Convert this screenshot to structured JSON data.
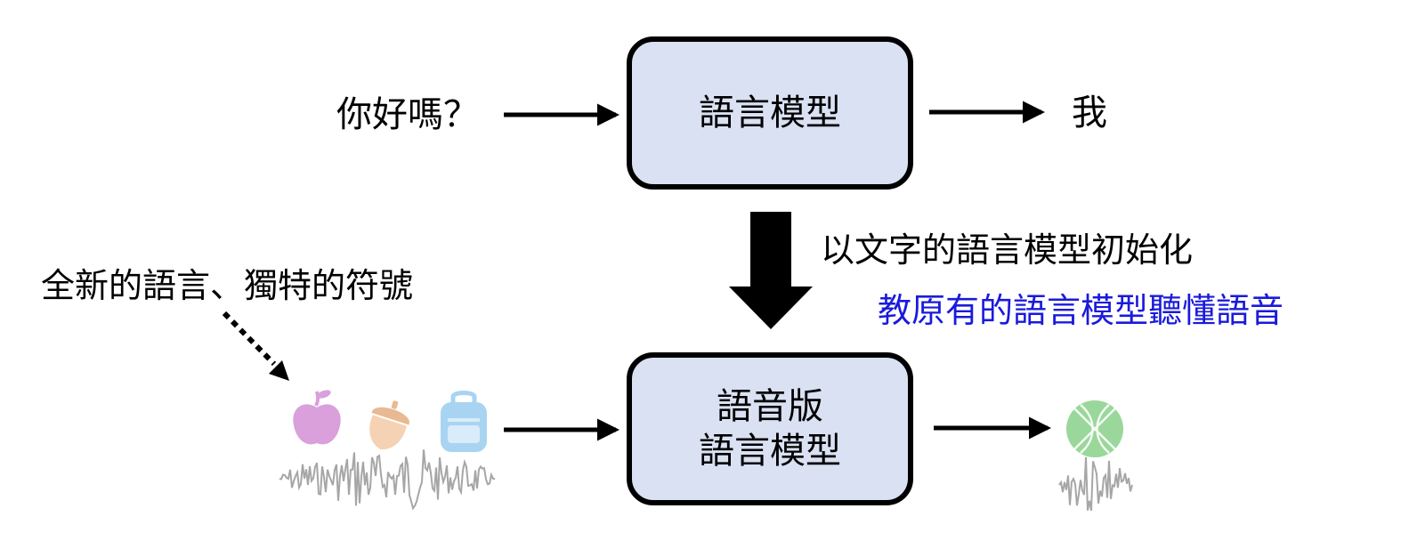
{
  "top_row": {
    "input_text": "你好嗎？",
    "model_label": "語言模型",
    "output_text": "我"
  },
  "transition": {
    "init_text": "以文字的語言模型初始化",
    "goal_text": "教原有的語言模型聽懂語音",
    "goal_color": "#1a1adc"
  },
  "new_symbols_text": "全新的語言、獨特的符號",
  "bottom_row": {
    "model_line1": "語音版",
    "model_line2": "語言模型",
    "input_tokens": [
      {
        "icon": "apple-icon",
        "color": "#d9a0dc"
      },
      {
        "icon": "acorn-icon",
        "color": "#f1c9a5"
      },
      {
        "icon": "backpack-icon",
        "color": "#a8d4f2"
      }
    ],
    "output_token": {
      "icon": "basketball-icon",
      "color": "#9ad79a"
    }
  },
  "colors": {
    "box_fill": "#d9e1f2",
    "box_border": "#000000",
    "waveform": "#a6a6a6"
  }
}
